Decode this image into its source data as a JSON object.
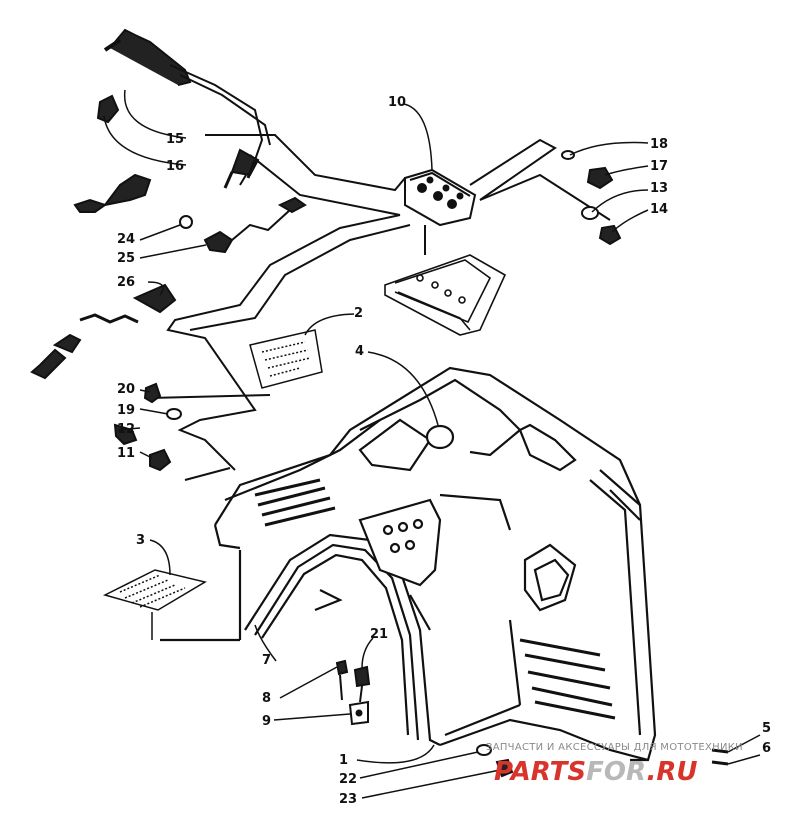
{
  "diagram": {
    "callouts": [
      "1",
      "2",
      "3",
      "4",
      "5",
      "6",
      "7",
      "8",
      "9",
      "10",
      "11",
      "12",
      "13",
      "14",
      "15",
      "16",
      "17",
      "18",
      "19",
      "20",
      "21",
      "22",
      "23",
      "24",
      "25",
      "26"
    ]
  },
  "watermark": {
    "tagline": "ЗАПЧАСТИ И АКСЕССУАРЫ ДЛЯ МОТОТЕХНИКИ",
    "logo_part1": "PARTS",
    "logo_part2": "FOR",
    "logo_part3": ".RU",
    "colors": {
      "red": "#d9342b",
      "grey": "#b8b8b8",
      "text": "#8a8a8a"
    }
  }
}
